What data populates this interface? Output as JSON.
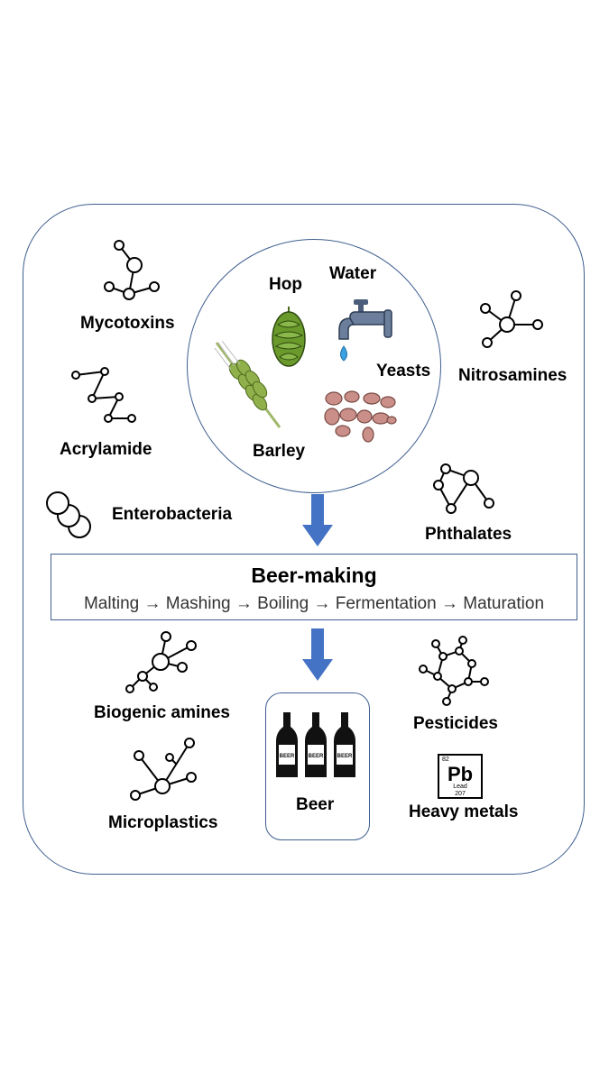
{
  "ingredients": {
    "hop": "Hop",
    "water": "Water",
    "yeasts": "Yeasts",
    "barley": "Barley"
  },
  "contaminants_top": {
    "mycotoxins": "Mycotoxins",
    "acrylamide": "Acrylamide",
    "enterobacteria": "Enterobacteria",
    "nitrosamines": "Nitrosamines",
    "phthalates": "Phthalates"
  },
  "process": {
    "title": "Beer-making",
    "steps": "Malting → Mashing → Boiling → Fermentation → Maturation"
  },
  "contaminants_bottom": {
    "biogenic_amines": "Biogenic amines",
    "microplastics": "Microplastics",
    "pesticides": "Pesticides",
    "heavy_metals": "Heavy metals"
  },
  "product": {
    "beer": "Beer",
    "bottle_text": "BEER"
  },
  "element_tile": {
    "number": "82",
    "symbol": "Pb",
    "name": "Lead",
    "mass": "207"
  },
  "colors": {
    "frame": "#3f5f8f",
    "arrow": "#4472c4",
    "hop_green": "#6a9a2c",
    "yeast": "#c98f88",
    "barley": "#8fb04a"
  },
  "icons": [
    "molecule-icon",
    "bacteria-icon",
    "hop-icon",
    "tap-icon",
    "barley-icon",
    "yeast-icon",
    "arrow-down-icon",
    "beer-bottle-icon",
    "lead-element-icon"
  ]
}
